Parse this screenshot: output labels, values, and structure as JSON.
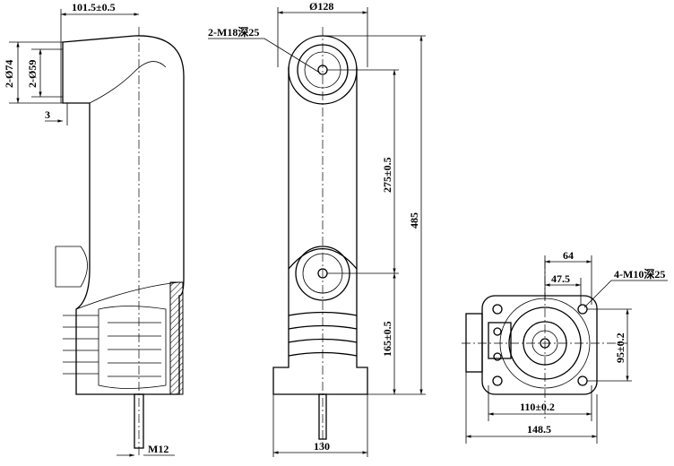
{
  "side_view": {
    "width_dim": "101.5±0.5",
    "outer_dia": "2-Ø74",
    "inner_dia": "2-Ø59",
    "offset": "3",
    "thread": "M12"
  },
  "front_view": {
    "circle_dia": "Ø128",
    "top_thread": "2-M18深25",
    "upper_spacing": "275±0.5",
    "total_height": "485",
    "lower_height": "165±0.5",
    "base_width": "130"
  },
  "bottom_view": {
    "hole_spacing_x": "64",
    "half_offset": "47.5",
    "holes": "4-M10深25",
    "hole_spacing_y": "95±0.2",
    "inner_width": "110±0.2",
    "overall_width": "148.5"
  }
}
